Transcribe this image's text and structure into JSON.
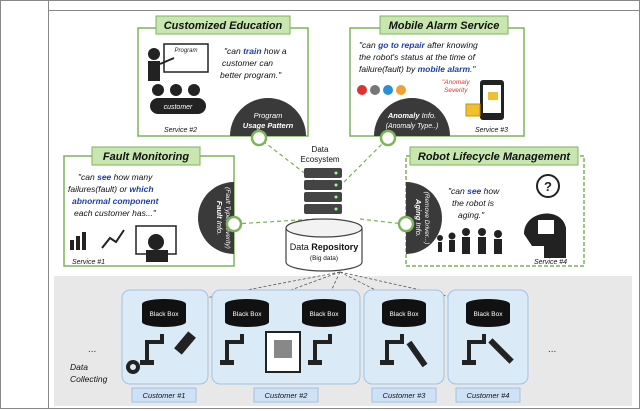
{
  "services": {
    "education": {
      "title": "Customized Education",
      "quote_pre": "\"can ",
      "quote_kw": "train",
      "quote_post1": " how a",
      "quote_line2": "customer can",
      "quote_line3": "better program.\"",
      "program_label": "Program",
      "customer_label": "customer",
      "info_line1": "Program",
      "info_line2": "Usage Pattern",
      "service_label": "Service #2"
    },
    "alarm": {
      "title": "Mobile Alarm Service",
      "quote_line1_pre": "\"can ",
      "quote_line1_kw": "go to repair",
      "quote_line1_post": " after knowing",
      "quote_line2": "the robot's status at the time of",
      "quote_line3_pre": "failure(fault) by ",
      "quote_line3_kw": "mobile alarm",
      "quote_line3_post": ".\"",
      "anomaly_label_1": "\"Anomaly",
      "anomaly_label_2": "Severity",
      "info_line1_kw": "Anomaly",
      "info_line1_post": " Info.",
      "info_line2": "(Anomaly Type..)",
      "service_label": "Service #3"
    },
    "fault": {
      "title": "Fault Monitoring",
      "quote_line1": "\"can ",
      "quote_line1_kw": "see",
      "quote_line1_post": " how many",
      "quote_line2_pre": "failures(fault) or ",
      "quote_line2_kw": "which",
      "quote_line3": "abnormal component",
      "quote_line4": "each customer has...\"",
      "info_line1_kw": "Fault",
      "info_line1_post": " Info.",
      "info_line2": "(Fault Type, Severity)",
      "service_label": "Service #1"
    },
    "lifecycle": {
      "title": "Robot Lifecycle Management",
      "quote_line1_pre": "\"can ",
      "quote_line1_kw": "see",
      "quote_line1_post": " how",
      "quote_line2": "the robot is",
      "quote_line3": "aging.\"",
      "info_line1_kw": "Aging",
      "info_line1_post": " Info.",
      "info_line2": "(Remove Driver...)",
      "service_label": "Service #4"
    }
  },
  "center": {
    "ecosystem_1": "Data",
    "ecosystem_2": "Ecosystem",
    "repo_pre": "Data ",
    "repo_kw": "Repository",
    "repo_sub": "(Big data)"
  },
  "bottom": {
    "black_box": "Black Box",
    "data_collecting_1": "Data",
    "data_collecting_2": "Collecting",
    "ellipsis": "...",
    "customers": [
      "Customer #1",
      "Customer #2",
      "Customer #3",
      "Customer #4"
    ]
  },
  "colors": {
    "green_title_bg": "#c8e6b0",
    "green_border": "#7fb35a",
    "keyword_blue": "#1f3ea8",
    "alarm_red": "#e03030",
    "dark_circle": "#3a3a3a",
    "bottom_bg": "#e8e8e8",
    "customer_box": "#dbeaf7"
  }
}
